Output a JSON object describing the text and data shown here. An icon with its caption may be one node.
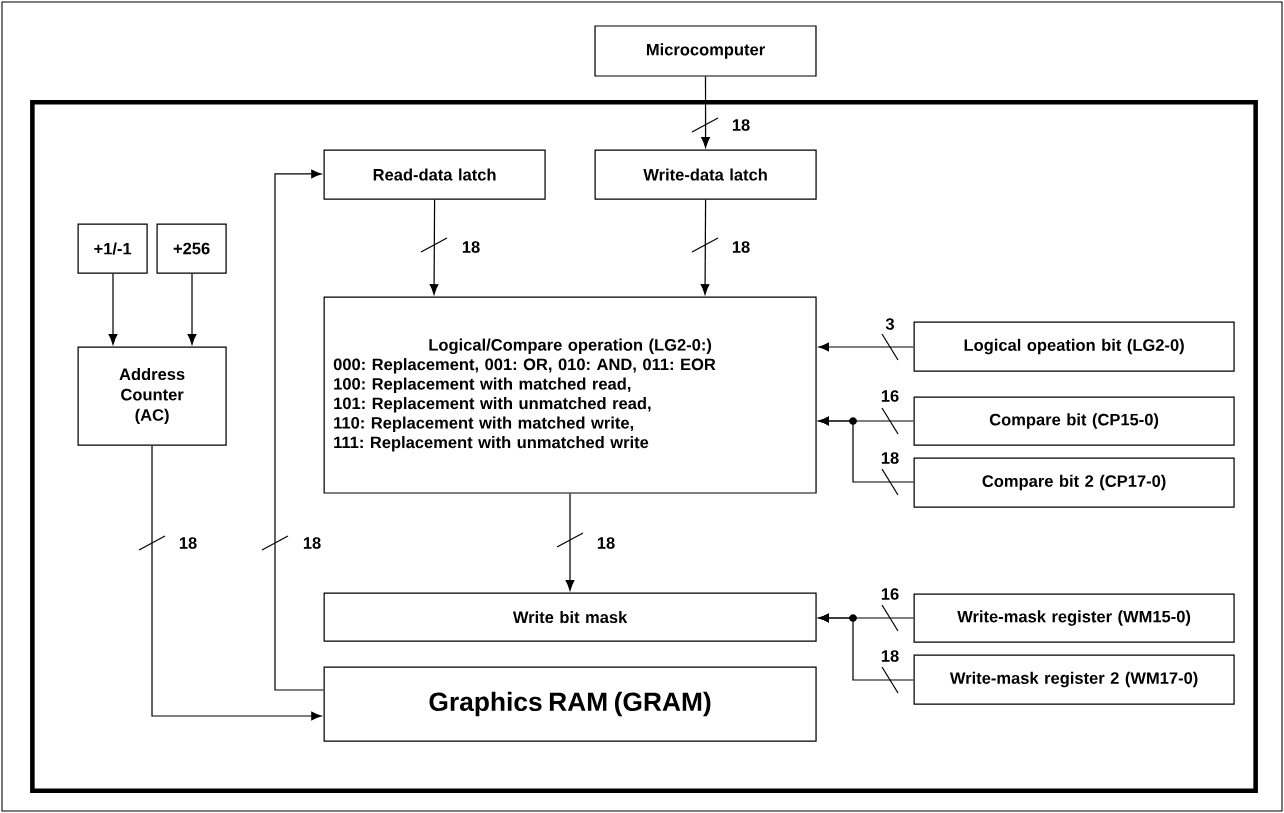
{
  "diagram": {
    "nodes": [
      {
        "text": [],
        "shape": "box"
      },
      {
        "text": [
          "Microcomputer"
        ]
      },
      {
        "text": [
          "Read-data latch"
        ],
        "in": 0
      },
      {
        "text": [
          "Write-data latch"
        ],
        "in": 0
      },
      {
        "text": [
          "+1/-1"
        ],
        "in": 0
      },
      {
        "text": [
          "+256"
        ],
        "in": 0
      },
      {
        "text": [
          "Address Counter (AC)"
        ],
        "in": 0
      },
      {
        "text": [
          "Logical/Compare operation (LG2-0:)",
          "000: Replacement, 001: OR, 010: AND, 011: EOR",
          "100: Replacement with matched read,",
          "101: Replacement with unmatched read,",
          "110: Replacement with matched write,",
          "111: Replacement with unmatched write"
        ],
        "in": 0
      },
      {
        "text": [
          "Logical opeation bit (LG2-0)"
        ],
        "in": 0
      },
      {
        "text": [
          "Compare bit (CP15-0)"
        ],
        "in": 0
      },
      {
        "text": [
          "Compare bit 2 (CP17-0)"
        ],
        "in": 0
      },
      {
        "text": [
          "Write bit mask"
        ],
        "in": 0
      },
      {
        "text": [
          "Graphics RAM (GRAM)"
        ],
        "in": 0
      },
      {
        "text": [
          "Write-mask register (WM15-0)"
        ],
        "in": 0
      },
      {
        "text": [
          "Write-mask register 2 (WM17-0)"
        ],
        "in": 0
      }
    ],
    "edges": [
      {
        "from": 1,
        "to": 3,
        "arrow": "to",
        "label": "18"
      },
      {
        "from": 2,
        "to": 7,
        "arrow": "to",
        "label": "18"
      },
      {
        "from": 3,
        "to": 7,
        "arrow": "to",
        "label": "18"
      },
      {
        "from": 4,
        "to": 6,
        "arrow": "to"
      },
      {
        "from": 5,
        "to": 6,
        "arrow": "to"
      },
      {
        "from": 8,
        "to": 7,
        "arrow": "to",
        "label": "3"
      },
      {
        "from": 9,
        "to": 7,
        "arrow": "to",
        "label": "16"
      },
      {
        "from": 10,
        "to": 7,
        "arrow": "to",
        "label": "18"
      },
      {
        "from": 7,
        "to": 11,
        "arrow": "to",
        "label": "18"
      },
      {
        "from": 13,
        "to": 11,
        "arrow": "to",
        "label": "16"
      },
      {
        "from": 14,
        "to": 11,
        "arrow": "to",
        "label": "18"
      },
      {
        "from": 6,
        "to": 12,
        "arrow": "to",
        "label": "18"
      },
      {
        "from": 12,
        "to": 2,
        "arrow": "to",
        "label": "18"
      }
    ]
  }
}
